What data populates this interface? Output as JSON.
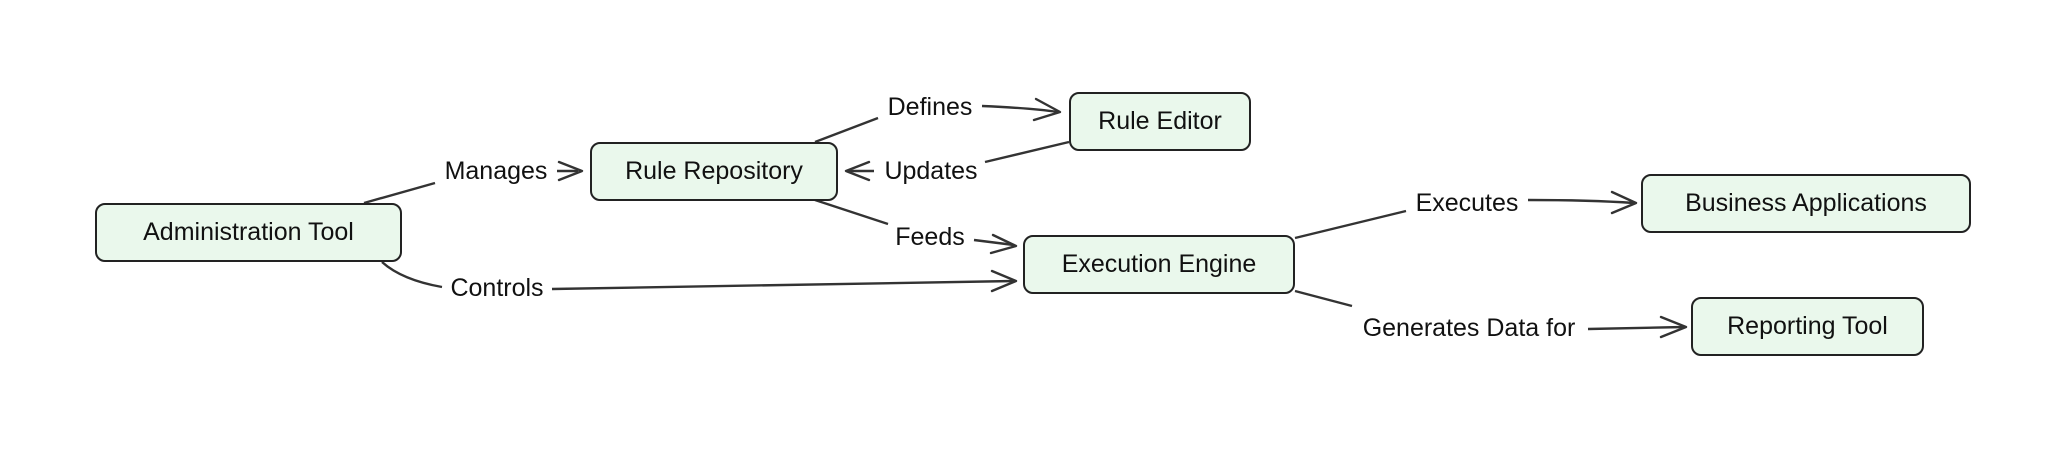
{
  "diagram": {
    "nodes": {
      "admin": {
        "label": "Administration Tool"
      },
      "repo": {
        "label": "Rule Repository"
      },
      "editor": {
        "label": "Rule Editor"
      },
      "engine": {
        "label": "Execution Engine"
      },
      "business": {
        "label": "Business Applications"
      },
      "reporting": {
        "label": "Reporting Tool"
      }
    },
    "edges": {
      "manages": {
        "label": "Manages",
        "from": "Administration Tool",
        "to": "Rule Repository"
      },
      "controls": {
        "label": "Controls",
        "from": "Administration Tool",
        "to": "Execution Engine"
      },
      "defines": {
        "label": "Defines",
        "from": "Rule Repository",
        "to": "Rule Editor"
      },
      "updates": {
        "label": "Updates",
        "from": "Rule Editor",
        "to": "Rule Repository"
      },
      "feeds": {
        "label": "Feeds",
        "from": "Rule Repository",
        "to": "Execution Engine"
      },
      "executes": {
        "label": "Executes",
        "from": "Execution Engine",
        "to": "Business Applications"
      },
      "generates": {
        "label": "Generates Data for",
        "from": "Execution Engine",
        "to": "Reporting Tool"
      }
    },
    "colors": {
      "node_fill": "#eaf8ec",
      "node_border": "#222222",
      "edge": "#333333"
    }
  }
}
